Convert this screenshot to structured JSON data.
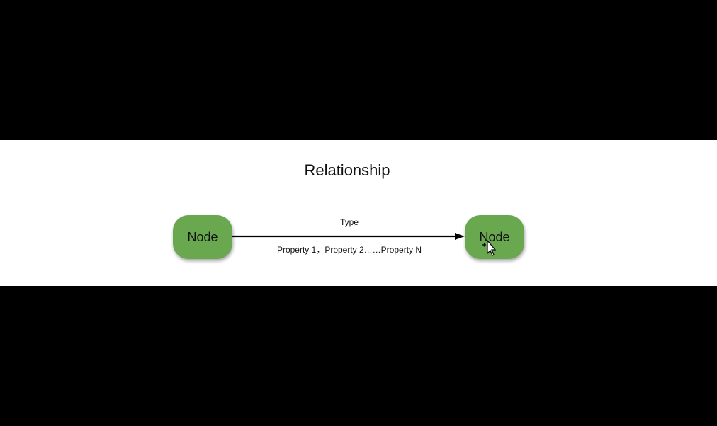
{
  "colors": {
    "letterbox": "#000000",
    "canvas": "#ffffff",
    "node_fill": "#6aa84f",
    "arrow": "#000000"
  },
  "diagram": {
    "title": "Relationship",
    "source_node": {
      "label": "Node"
    },
    "target_node": {
      "label": "Node"
    },
    "edge": {
      "type_label": "Type",
      "properties_label": "Property 1，Property 2……Property N"
    }
  }
}
